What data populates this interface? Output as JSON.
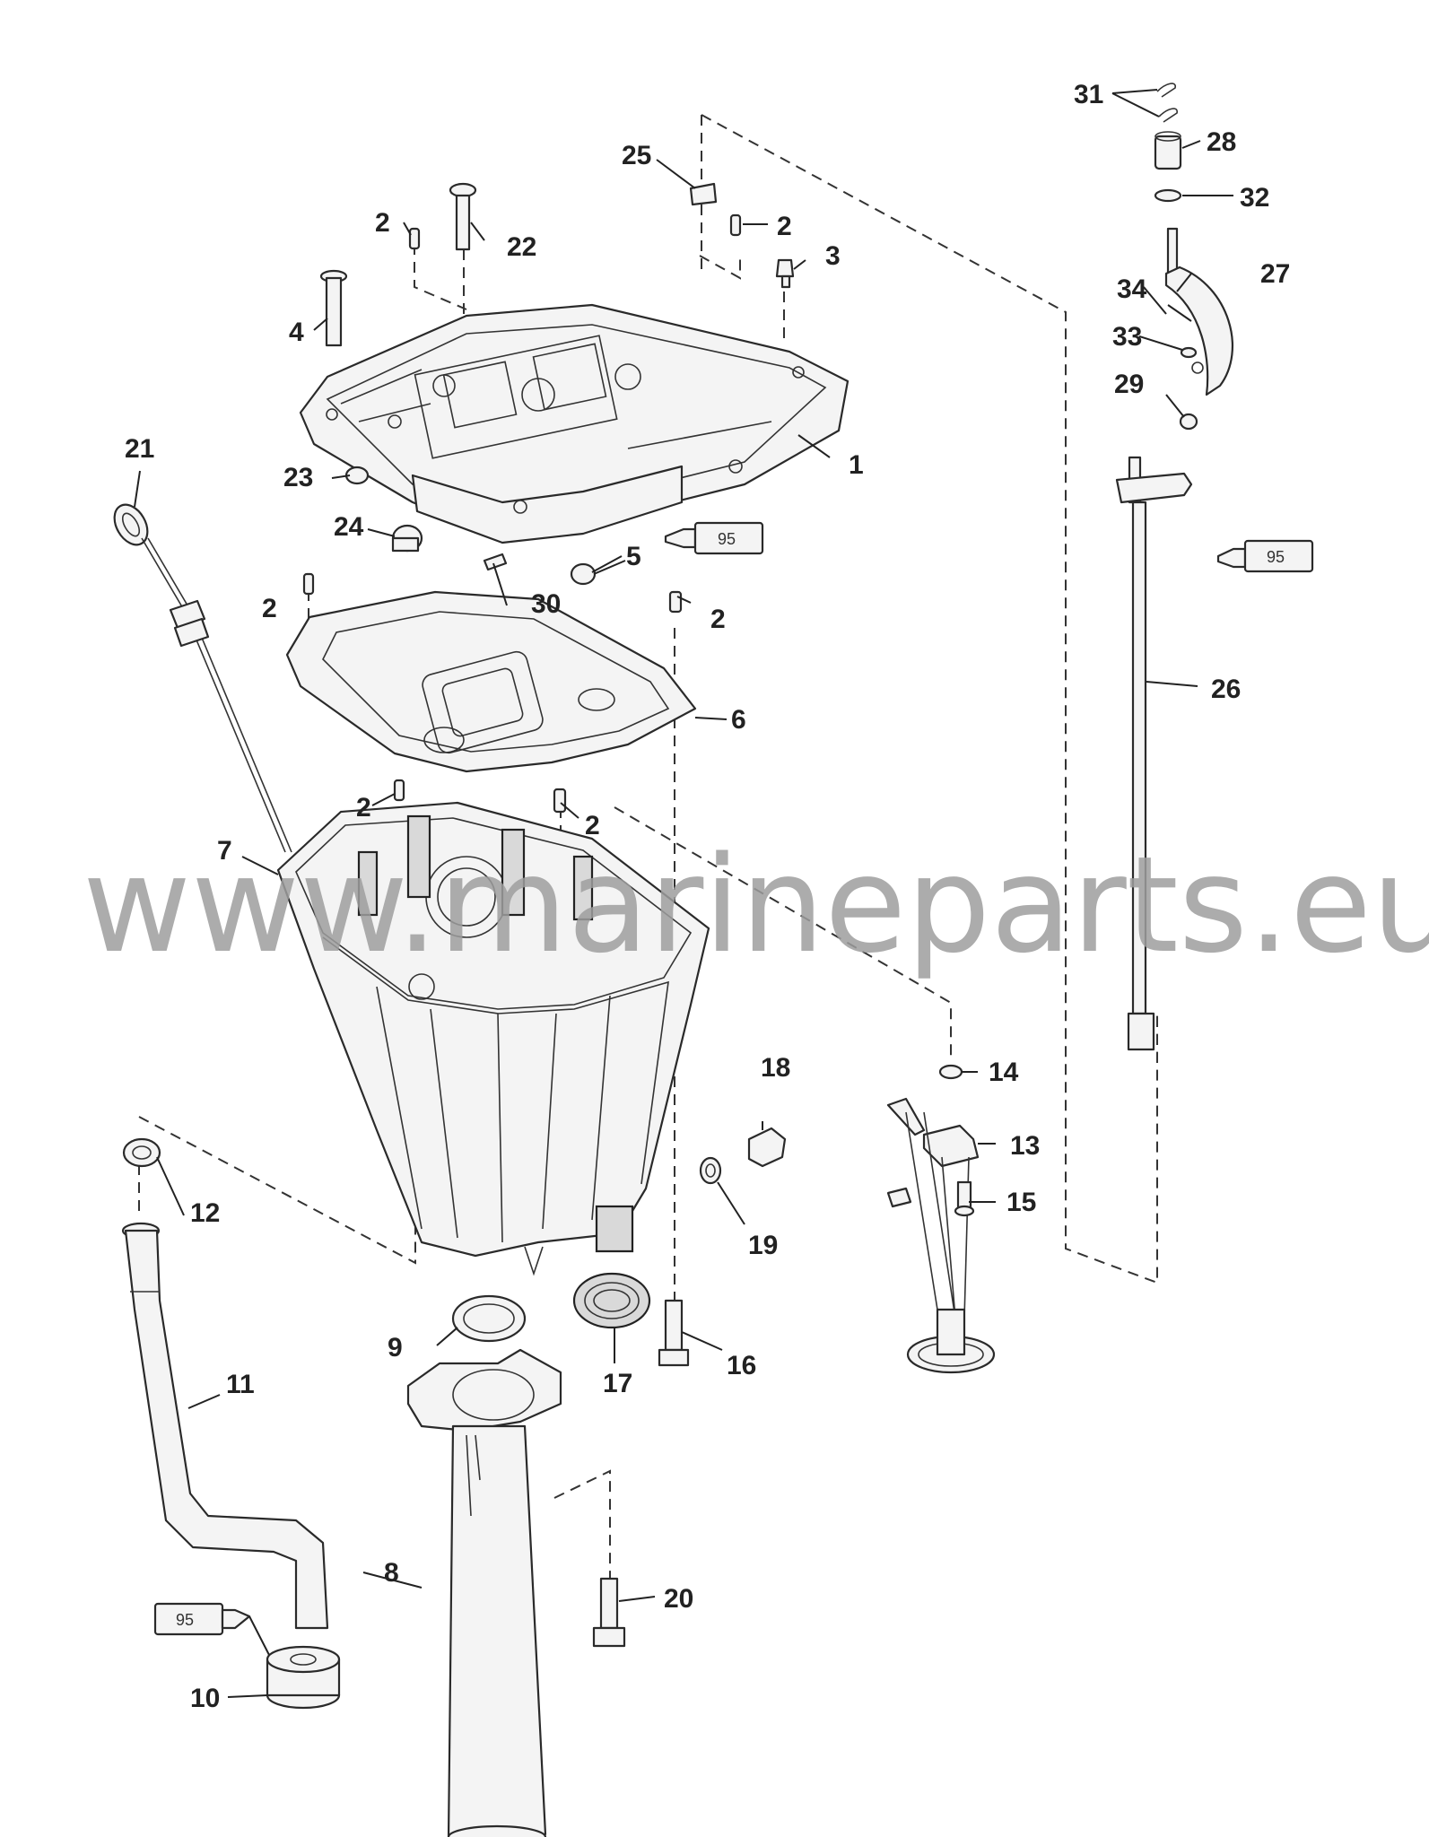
{
  "watermark": "www.marineparts.eu",
  "sealant_tube_label": "95",
  "callouts": {
    "c1": "1",
    "c2a": "2",
    "c2b": "2",
    "c2c": "2",
    "c2d": "2",
    "c2e": "2",
    "c2f": "2",
    "c3": "3",
    "c4": "4",
    "c5": "5",
    "c6": "6",
    "c7": "7",
    "c8": "8",
    "c9": "9",
    "c10": "10",
    "c11": "11",
    "c12": "12",
    "c13": "13",
    "c14": "14",
    "c15": "15",
    "c16": "16",
    "c17": "17",
    "c18": "18",
    "c19": "19",
    "c20": "20",
    "c21": "21",
    "c22": "22",
    "c23": "23",
    "c24": "24",
    "c25": "25",
    "c26": "26",
    "c27": "27",
    "c28": "28",
    "c29": "29",
    "c30": "30",
    "c31": "31",
    "c32": "32",
    "c33": "33",
    "c34": "34"
  }
}
